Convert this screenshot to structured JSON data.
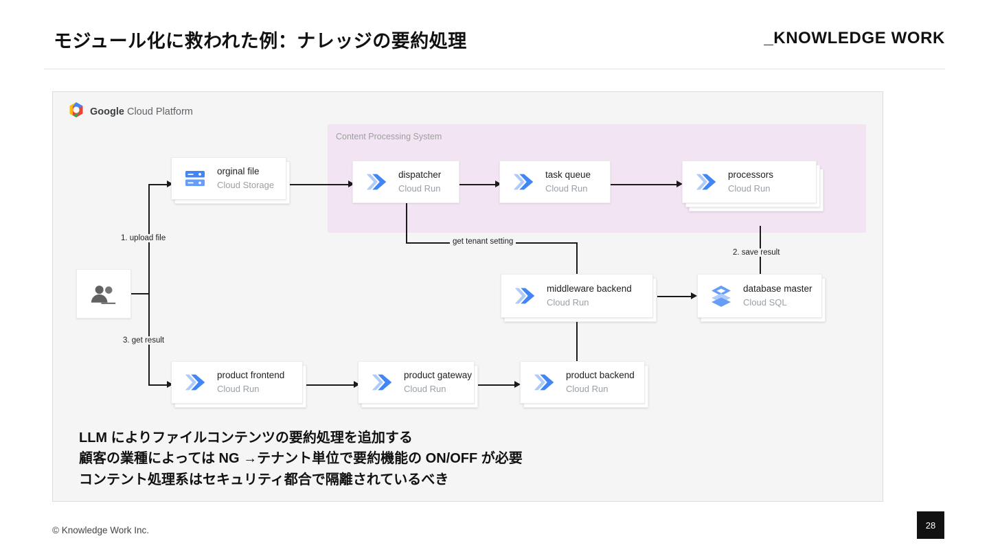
{
  "header": {
    "title": "モジュール化に救われた例：ナレッジの要約処理",
    "brand": "_KNOWLEDGE WORK"
  },
  "diagram": {
    "platform": {
      "logo_icon": "google-cloud-hexagon-icon",
      "brand_bold": "Google",
      "brand_rest": " Cloud Platform"
    },
    "zone": {
      "label": "Content Processing System",
      "color": "#f3e4f3"
    },
    "nodes": [
      {
        "id": "users",
        "title": "",
        "sub": "",
        "icon": "users-icon"
      },
      {
        "id": "orginal-file",
        "title": "orginal file",
        "sub": "Cloud Storage",
        "icon": "cloud-storage-icon"
      },
      {
        "id": "dispatcher",
        "title": "dispatcher",
        "sub": "Cloud Run",
        "icon": "cloud-run-icon"
      },
      {
        "id": "task-queue",
        "title": "task queue",
        "sub": "Cloud Run",
        "icon": "cloud-run-icon"
      },
      {
        "id": "processors",
        "title": "processors",
        "sub": "Cloud Run",
        "icon": "cloud-run-icon"
      },
      {
        "id": "middleware-backend",
        "title": "middleware backend",
        "sub": "Cloud Run",
        "icon": "cloud-run-icon"
      },
      {
        "id": "database-master",
        "title": "database master",
        "sub": "Cloud SQL",
        "icon": "cloud-sql-icon"
      },
      {
        "id": "product-frontend",
        "title": "product frontend",
        "sub": "Cloud Run",
        "icon": "cloud-run-icon"
      },
      {
        "id": "product-gateway",
        "title": "product gateway",
        "sub": "Cloud Run",
        "icon": "cloud-run-icon"
      },
      {
        "id": "product-backend",
        "title": "product backend",
        "sub": "Cloud Run",
        "icon": "cloud-run-icon"
      }
    ],
    "edge_labels": [
      {
        "id": "upload-file",
        "text": "1. upload file"
      },
      {
        "id": "save-result",
        "text": "2. save result"
      },
      {
        "id": "get-result",
        "text": "3. get result"
      },
      {
        "id": "get-tenant-setting",
        "text": "get tenant setting"
      }
    ],
    "notes": [
      "LLM によりファイルコンテンツの要約処理を追加する",
      "顧客の業種によっては NG →テナント単位で要約機能の ON/OFF が必要",
      "コンテント処理系はセキュリティ都合で隔離されているべき"
    ]
  },
  "footer": {
    "copyright": "© Knowledge Work Inc.",
    "page_number": "28"
  }
}
